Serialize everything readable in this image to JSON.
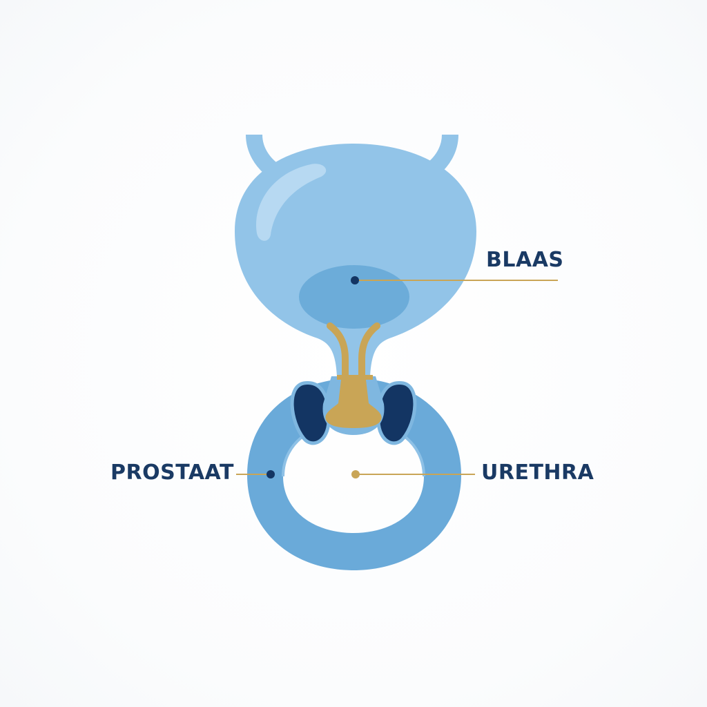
{
  "labels": {
    "blaas": "BLAAS",
    "prostaat": "PROSTAAT",
    "urethra": "URETHRA"
  },
  "colors": {
    "bladder": "#92c4e8",
    "bladder_highlight": "#c3e0f5",
    "trigone": "#65a8d6",
    "prostate": "#6aaad9",
    "seminal_vesicles": "#133563",
    "urethra_gold": "#c9a556",
    "leader_line": "#c9a556",
    "dot": "#133563",
    "label_text": "#1a3a64"
  }
}
